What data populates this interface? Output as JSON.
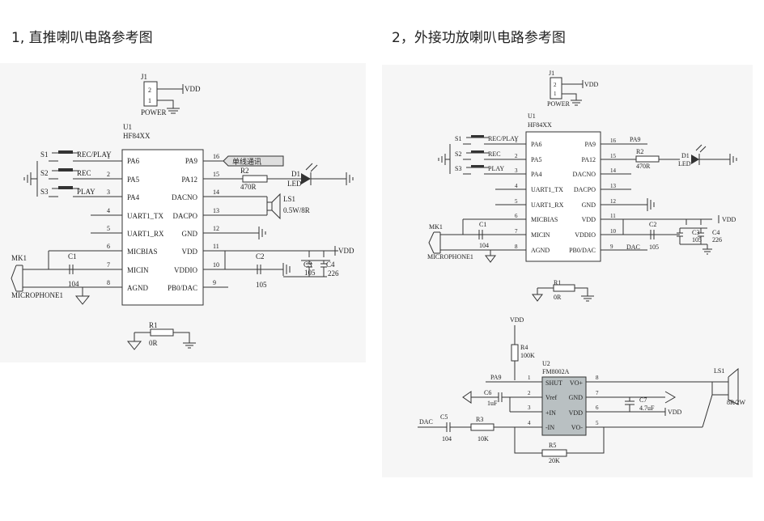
{
  "titles": {
    "left": "1, 直推喇叭电路参考图",
    "right": "2，外接功放喇叭电路参考图"
  },
  "left": {
    "j1": "J1",
    "j1_p2": "2",
    "j1_p1": "1",
    "vdd": "VDD",
    "power": "POWER",
    "u1": "U1",
    "u1_part": "HF84XX",
    "s1": "S1",
    "s1_lbl": "REC/PLAY",
    "s2": "S2",
    "s2_lbl": "REC",
    "s3": "S3",
    "s3_lbl": "PLAY",
    "pins_left": [
      "PA6",
      "PA5",
      "PA4",
      "UART1_TX",
      "UART1_RX",
      "MICBIAS",
      "MICIN",
      "AGND"
    ],
    "pins_left_num": [
      "1",
      "2",
      "3",
      "4",
      "5",
      "6",
      "7",
      "8"
    ],
    "pins_right": [
      "PA9",
      "PA12",
      "DACNO",
      "DACPO",
      "GND",
      "VDD",
      "VDDIO",
      "PB0/DAC"
    ],
    "pins_right_num": [
      "16",
      "15",
      "14",
      "13",
      "12",
      "11",
      "10",
      "9"
    ],
    "flag": "单线通讯",
    "r2": "R2",
    "r2_val": "470R",
    "d1": "D1",
    "led": "LED",
    "ls1": "LS1",
    "ls1_val": "0.5W/8R",
    "vdd2": "VDD",
    "c2": "C2",
    "c2_val": "105",
    "c3": "C3",
    "c3_val": "105",
    "c4": "C4",
    "c4_val": "226",
    "mk1": "MK1",
    "c1": "C1",
    "c1_val": "104",
    "mic": "MICROPHONE1",
    "r1": "R1",
    "r1_val": "0R"
  },
  "right": {
    "j1": "J1",
    "j1_p2": "2",
    "j1_p1": "1",
    "vdd": "VDD",
    "power": "POWER",
    "u1": "U1",
    "u1_part": "HF84XX",
    "s1": "S1",
    "s1_lbl": "REC/PLAY",
    "s2": "S2",
    "s2_lbl": "REC",
    "s3": "S3",
    "s3_lbl": "PLAY",
    "pins_left": [
      "PA6",
      "PA5",
      "PA4",
      "UART1_TX",
      "UART1_RX",
      "MICBIAS",
      "MICIN",
      "AGND"
    ],
    "pins_left_num": [
      "1",
      "2",
      "3",
      "4",
      "5",
      "6",
      "7",
      "8"
    ],
    "pins_right": [
      "PA9",
      "PA12",
      "DACNO",
      "DACPO",
      "GND",
      "VDD",
      "VDDIO",
      "PB0/DAC"
    ],
    "pins_right_num": [
      "16",
      "15",
      "14",
      "13",
      "12",
      "11",
      "10",
      "9"
    ],
    "pa9": "PA9",
    "r2": "R2",
    "r2_val": "470R",
    "d1": "D1",
    "led": "LED",
    "vdd2": "VDD",
    "c2": "C2",
    "c2_val": "105",
    "c3": "C3",
    "c3_val": "105",
    "c4": "C4",
    "c4_val": "226",
    "dac": "DAC",
    "mk1": "MK1",
    "c1": "C1",
    "c1_val": "104",
    "mic": "MICROPHONE1",
    "r1": "R1",
    "r1_val": "0R",
    "amp": {
      "vdd_top": "VDD",
      "r4": "R4",
      "r4_val": "100K",
      "u2": "U2",
      "u2_part": "FM8002A",
      "pins_left": [
        "SHUT",
        "Vref",
        "+IN",
        "-IN"
      ],
      "pins_left_num": [
        "1",
        "2",
        "3",
        "4"
      ],
      "pins_right": [
        "VO+",
        "GND",
        "VDD",
        "VO-"
      ],
      "pins_right_num": [
        "8",
        "7",
        "6",
        "5"
      ],
      "pa9": "PA9",
      "c6": "C6",
      "c6_val": "1uF",
      "c7": "C7",
      "c7_val": "4.7uF",
      "vdd": "VDD",
      "dac": "DAC",
      "c5": "C5",
      "c5_val": "104",
      "r3": "R3",
      "r3_val": "10K",
      "r5": "R5",
      "r5_val": "20K",
      "ls1": "LS1",
      "ls1_val": "8R/2W"
    }
  }
}
